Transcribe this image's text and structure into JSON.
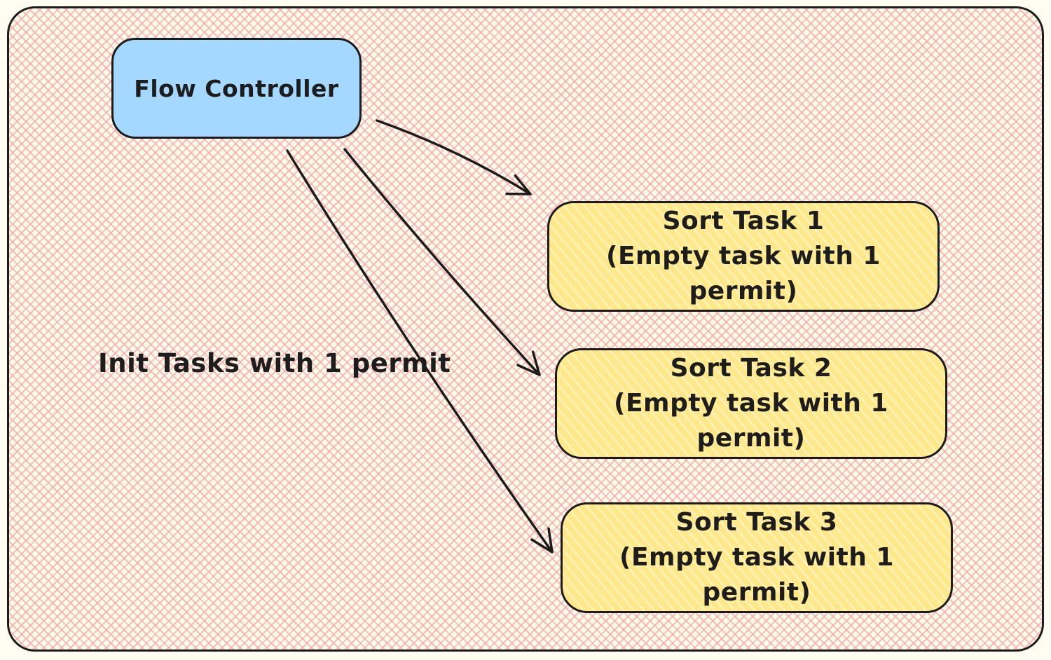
{
  "diagram": {
    "nodes": {
      "flow_controller": {
        "label": "Flow Controller"
      },
      "tasks": [
        {
          "title": "Sort Task 1",
          "subtitle": "(Empty task with 1 permit)"
        },
        {
          "title": "Sort Task 2",
          "subtitle": "(Empty task with 1 permit)"
        },
        {
          "title": "Sort Task 3",
          "subtitle": "(Empty task with 1 permit)"
        }
      ]
    },
    "annotation": "Init Tasks with 1 permit",
    "edges": [
      {
        "from": "Flow Controller",
        "to": "Sort Task 1"
      },
      {
        "from": "Flow Controller",
        "to": "Sort Task 2"
      },
      {
        "from": "Flow Controller",
        "to": "Sort Task 3"
      }
    ],
    "colors": {
      "canvas": "#fffdf2",
      "frame_fill": "#fffbe9",
      "pattern_pink": "#f6a1ac",
      "node_blue": "#a5d8ff",
      "node_yellow": "#ffe88a",
      "stroke": "#1c1c1c",
      "text": "#1d1d1d"
    }
  }
}
